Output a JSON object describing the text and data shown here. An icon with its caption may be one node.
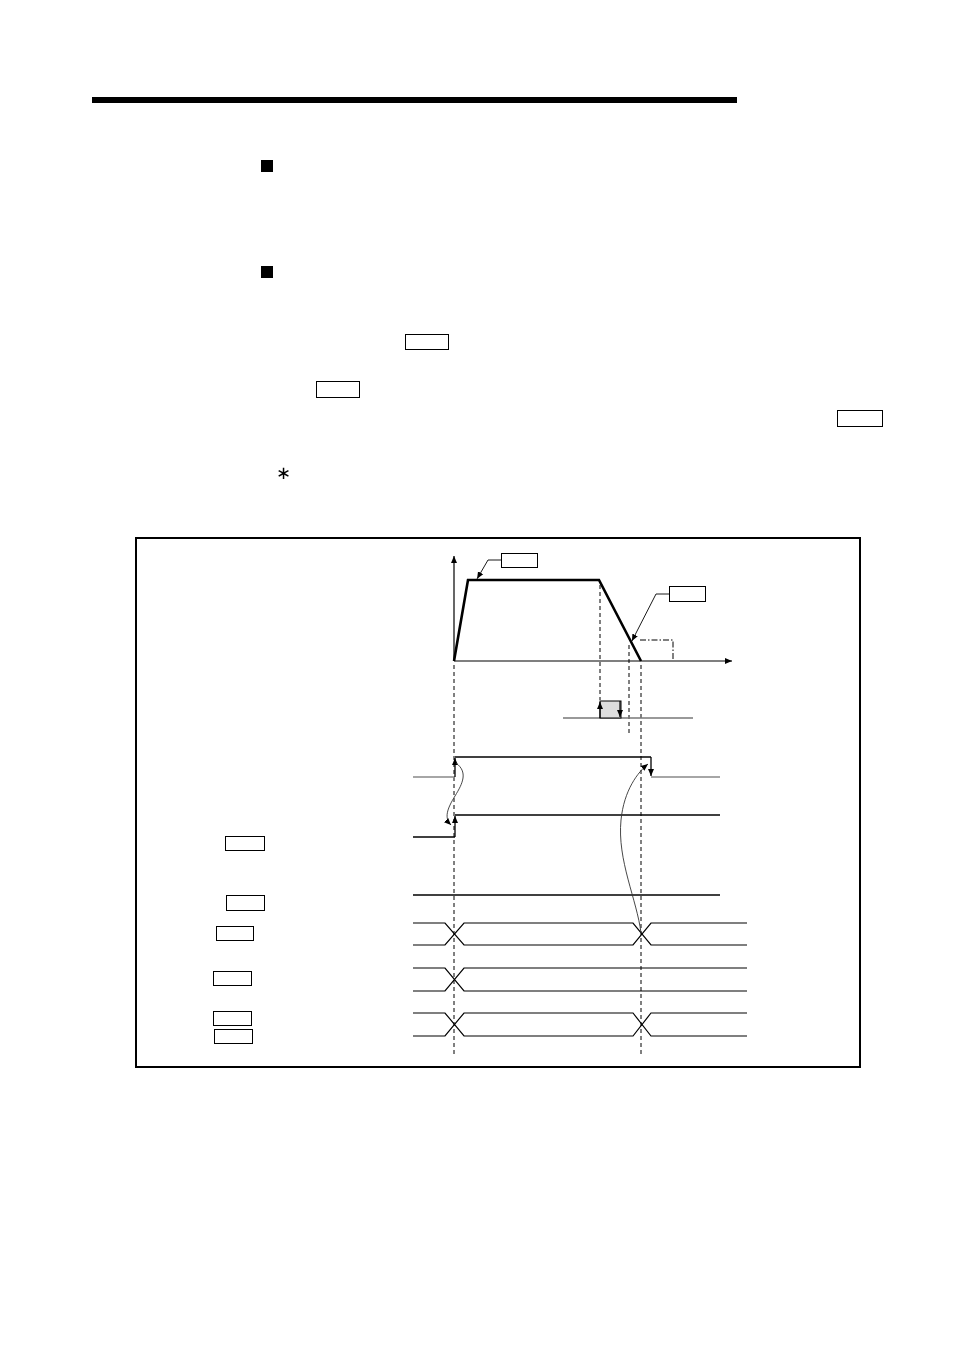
{
  "diagram": {
    "nodes": [
      {
        "text": [],
        "shape": "box"
      },
      {
        "text": [],
        "shape": "box"
      },
      {
        "text": [],
        "shape": "box"
      },
      {
        "text": [],
        "shape": "box"
      },
      {
        "text": [],
        "shape": "line"
      },
      {
        "text": [],
        "shape": "box"
      },
      {
        "text": [],
        "shape": "box"
      },
      {
        "text": [],
        "shape": "box"
      },
      {
        "text": [],
        "shape": "box"
      },
      {
        "text": [],
        "shape": "box"
      },
      {
        "text": [],
        "shape": "box"
      },
      {
        "text": [],
        "shape": "box"
      }
    ],
    "edges": [
      {
        "from": 3,
        "to": 4,
        "arrow": "to"
      },
      {
        "from": 5,
        "to": 4,
        "arrow": "to"
      }
    ],
    "labels": [
      "∗"
    ]
  }
}
